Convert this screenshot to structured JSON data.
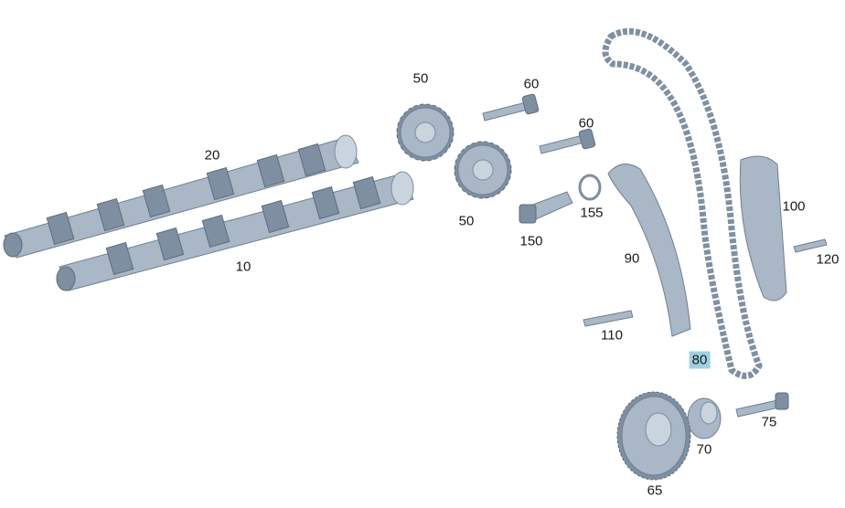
{
  "diagram": {
    "highlight_color": "#9fd0e2",
    "callouts": [
      {
        "id": "c20",
        "label": "20",
        "part": "camshaft-exhaust"
      },
      {
        "id": "c10",
        "label": "10",
        "part": "camshaft-intake"
      },
      {
        "id": "c50a",
        "label": "50",
        "part": "camshaft-sprocket"
      },
      {
        "id": "c60a",
        "label": "60",
        "part": "sprocket-bolt"
      },
      {
        "id": "c60b",
        "label": "60",
        "part": "sprocket-bolt"
      },
      {
        "id": "c50b",
        "label": "50",
        "part": "camshaft-sprocket"
      },
      {
        "id": "c155",
        "label": "155",
        "part": "seal-ring"
      },
      {
        "id": "c150",
        "label": "150",
        "part": "chain-tensioner"
      },
      {
        "id": "c90",
        "label": "90",
        "part": "guide-rail"
      },
      {
        "id": "c100",
        "label": "100",
        "part": "tensioner-rail"
      },
      {
        "id": "c120",
        "label": "120",
        "part": "pin"
      },
      {
        "id": "c110",
        "label": "110",
        "part": "pin"
      },
      {
        "id": "c80",
        "label": "80",
        "part": "timing-chain",
        "highlighted": true
      },
      {
        "id": "c75",
        "label": "75",
        "part": "bolt"
      },
      {
        "id": "c70",
        "label": "70",
        "part": "hub"
      },
      {
        "id": "c65",
        "label": "65",
        "part": "gear"
      }
    ]
  }
}
